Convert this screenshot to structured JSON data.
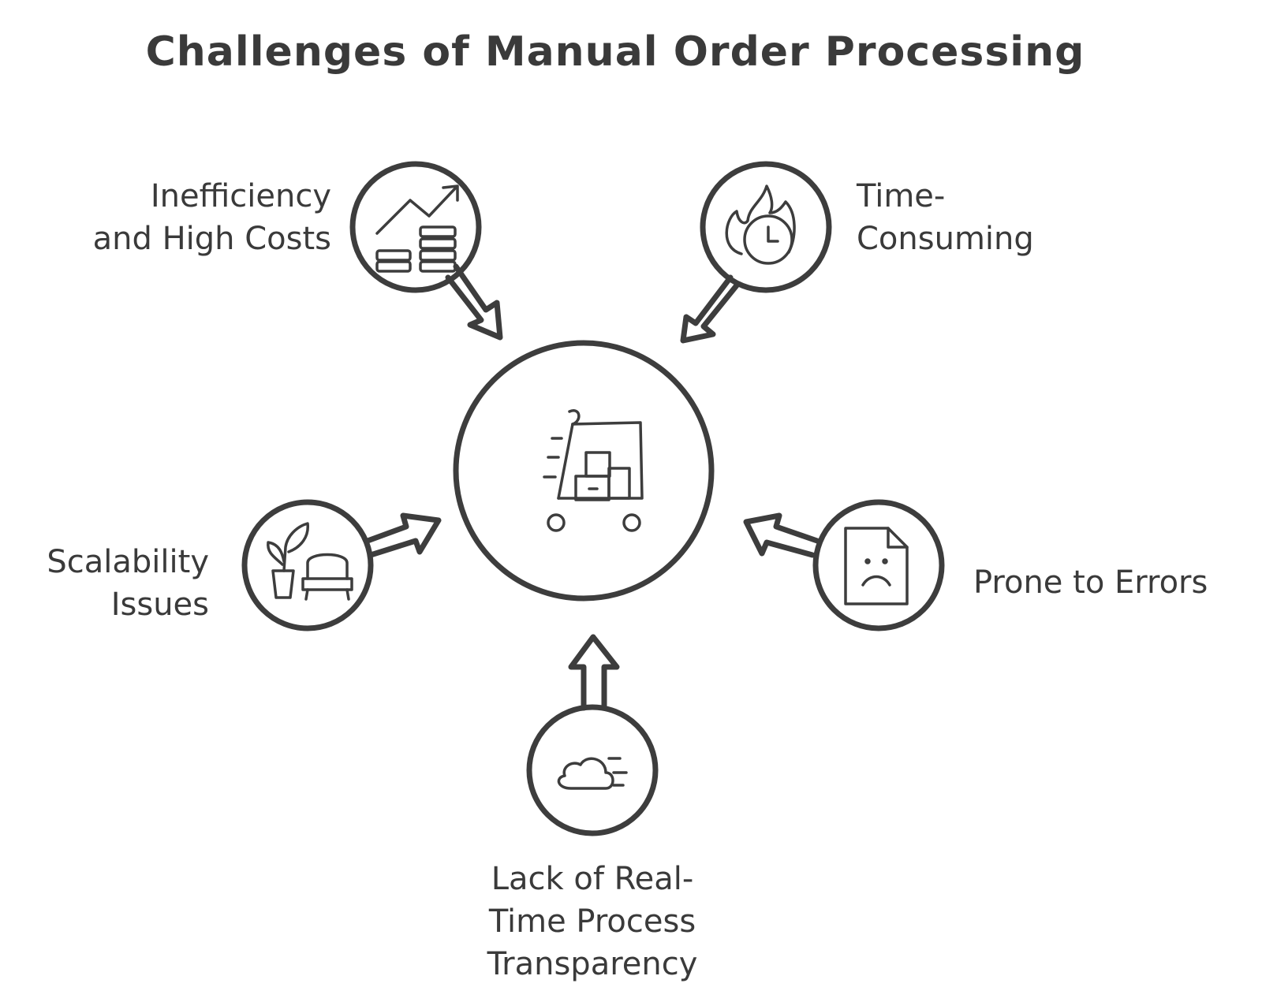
{
  "title": "Challenges of Manual Order Processing",
  "center": {
    "icon": "shopping-cart-with-boxes-icon"
  },
  "challenges": [
    {
      "lines": [
        "Inefficiency",
        "and High Costs"
      ],
      "icon": "rising-chart-coins-icon"
    },
    {
      "lines": [
        "Time-",
        "Consuming"
      ],
      "icon": "burning-clock-icon"
    },
    {
      "lines": [
        "Scalability",
        "Issues"
      ],
      "icon": "plant-armchair-icon"
    },
    {
      "lines": [
        "Prone to Errors"
      ],
      "icon": "sad-document-icon"
    },
    {
      "lines": [
        "Lack of Real-",
        "Time Process",
        "Transparency"
      ],
      "icon": "fast-cloud-icon"
    }
  ],
  "colors": {
    "stroke": "#3d3d3d",
    "text": "#3a3a3a",
    "background": "#ffffff"
  }
}
